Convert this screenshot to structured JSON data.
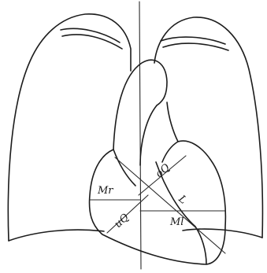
{
  "diagram": {
    "labels": {
      "mr": "Mr",
      "oq": "oQ",
      "l": "L",
      "uq": "uQ",
      "ml": "Ml"
    }
  }
}
